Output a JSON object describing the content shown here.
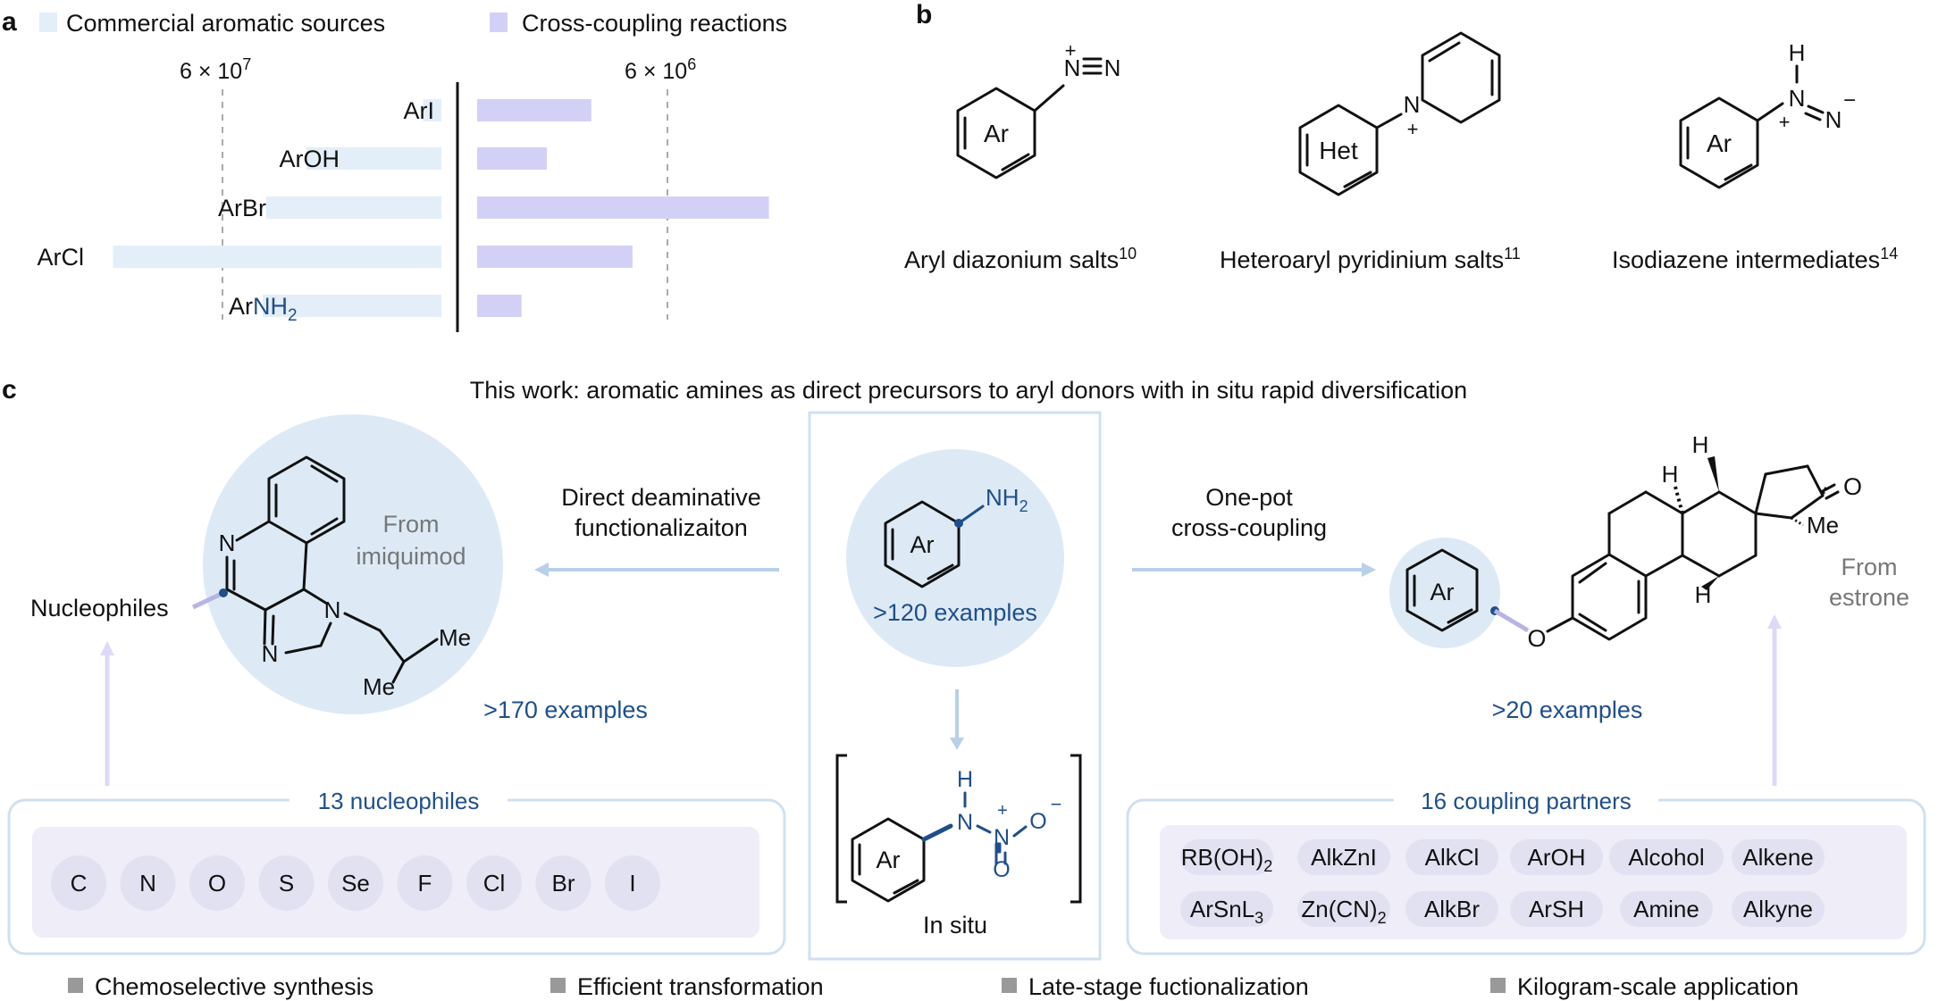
{
  "panel_labels": {
    "a": "a",
    "b": "b",
    "c": "c"
  },
  "chart_data": {
    "type": "bar",
    "categories": [
      "ArI",
      "ArOH",
      "ArBr",
      "ArCl",
      "ArNH2"
    ],
    "series": [
      {
        "name": "Commercial aromatic sources",
        "values": [
          5000000.0,
          37000000.0,
          48000000.0,
          90000000.0,
          49000000.0
        ],
        "color": "#e3eef8"
      },
      {
        "name": "Cross-coupling reactions",
        "values": [
          3600000.0,
          2200000.0,
          9200000.0,
          4900000.0,
          1400000.0
        ],
        "color": "#d2d1f5"
      }
    ],
    "reference_lines": [
      {
        "series": "Commercial aromatic sources",
        "value": 60000000.0,
        "label_base": "6 × 10",
        "label_exp": "7"
      },
      {
        "series": "Cross-coupling reactions",
        "value": 6000000.0,
        "label_base": "6 × 10",
        "label_exp": "6"
      }
    ],
    "legend_position": "top-left"
  },
  "legend": {
    "items": [
      {
        "label": "Commercial aromatic sources",
        "color": "#e3eef8"
      },
      {
        "label": "Cross-coupling reactions",
        "color": "#d2d1f5"
      }
    ]
  },
  "panel_a": {
    "ref_left": {
      "base": "6 × 10",
      "exp": "7"
    },
    "ref_right": {
      "base": "6 × 10",
      "exp": "6"
    },
    "labels": [
      {
        "ar": "ArI",
        "sub": "",
        "blue": ""
      },
      {
        "ar": "ArOH",
        "sub": "",
        "blue": ""
      },
      {
        "ar": "ArBr",
        "sub": "",
        "blue": ""
      },
      {
        "ar": "ArCl",
        "sub": "",
        "blue": ""
      },
      {
        "ar": "Ar",
        "sub": "2",
        "blue": "NH"
      }
    ]
  },
  "panel_b": {
    "captions": [
      {
        "text": "Aryl diazonium salts",
        "ref": "10"
      },
      {
        "text": "Heteroaryl pyridinium salts",
        "ref": "11"
      },
      {
        "text": "Isodiazene intermediates",
        "ref": "14"
      }
    ],
    "atoms": {
      "ar": "Ar",
      "het": "Het",
      "n": "N",
      "h": "H",
      "plus": "+",
      "minus": "−"
    }
  },
  "panel_c": {
    "title": "This work: aromatic amines as direct precursors to aryl donors with in situ rapid diversification",
    "center": {
      "nh2": "NH",
      "nh2_sub": "2",
      "ar": "Ar",
      "examples": ">120 examples",
      "in_situ": "In situ",
      "o": "O",
      "h": "H",
      "n": "N",
      "plus": "+",
      "minus": "−"
    },
    "left": {
      "arrow_label_1": "Direct deaminative",
      "arrow_label_2": "functionalizaiton",
      "nucleophiles_label": "Nucleophiles",
      "from_1": "From",
      "from_2": "imiquimod",
      "me": "Me",
      "n": "N",
      "examples": ">170 examples",
      "box_title": "13 nucleophiles",
      "nucleophiles": [
        "C",
        "N",
        "O",
        "S",
        "Se",
        "F",
        "Cl",
        "Br",
        "I"
      ]
    },
    "right": {
      "arrow_label_1": "One-pot",
      "arrow_label_2": "cross-coupling",
      "from_1": "From",
      "from_2": "estrone",
      "me": "Me",
      "o": "O",
      "h": "H",
      "examples": ">20 examples",
      "box_title": "16 coupling partners",
      "partners_row1": [
        {
          "t": "RB(OH)",
          "s": "2"
        },
        {
          "t": "AlkZnI",
          "s": ""
        },
        {
          "t": "AlkCl",
          "s": ""
        },
        {
          "t": "ArOH",
          "s": ""
        },
        {
          "t": "Alcohol",
          "s": ""
        },
        {
          "t": "Alkene",
          "s": ""
        }
      ],
      "partners_row2": [
        {
          "t": "ArSnL",
          "s": "3"
        },
        {
          "t": "Zn(CN)",
          "s": "2"
        },
        {
          "t": "AlkBr",
          "s": ""
        },
        {
          "t": "ArSH",
          "s": ""
        },
        {
          "t": "Amine",
          "s": ""
        },
        {
          "t": "Alkyne",
          "s": ""
        }
      ]
    },
    "features": [
      "Chemoselective synthesis",
      "Efficient transformation",
      "Late-stage fuctionalization",
      "Kilogram-scale application"
    ]
  },
  "colors": {
    "light_blue": "#e3eef8",
    "lavender": "#d2d1f5",
    "blue_text": "#1f4f8a",
    "circle": "#ddeaf6",
    "box_border": "#cfe0f0",
    "chip": "#e7e6f4"
  }
}
